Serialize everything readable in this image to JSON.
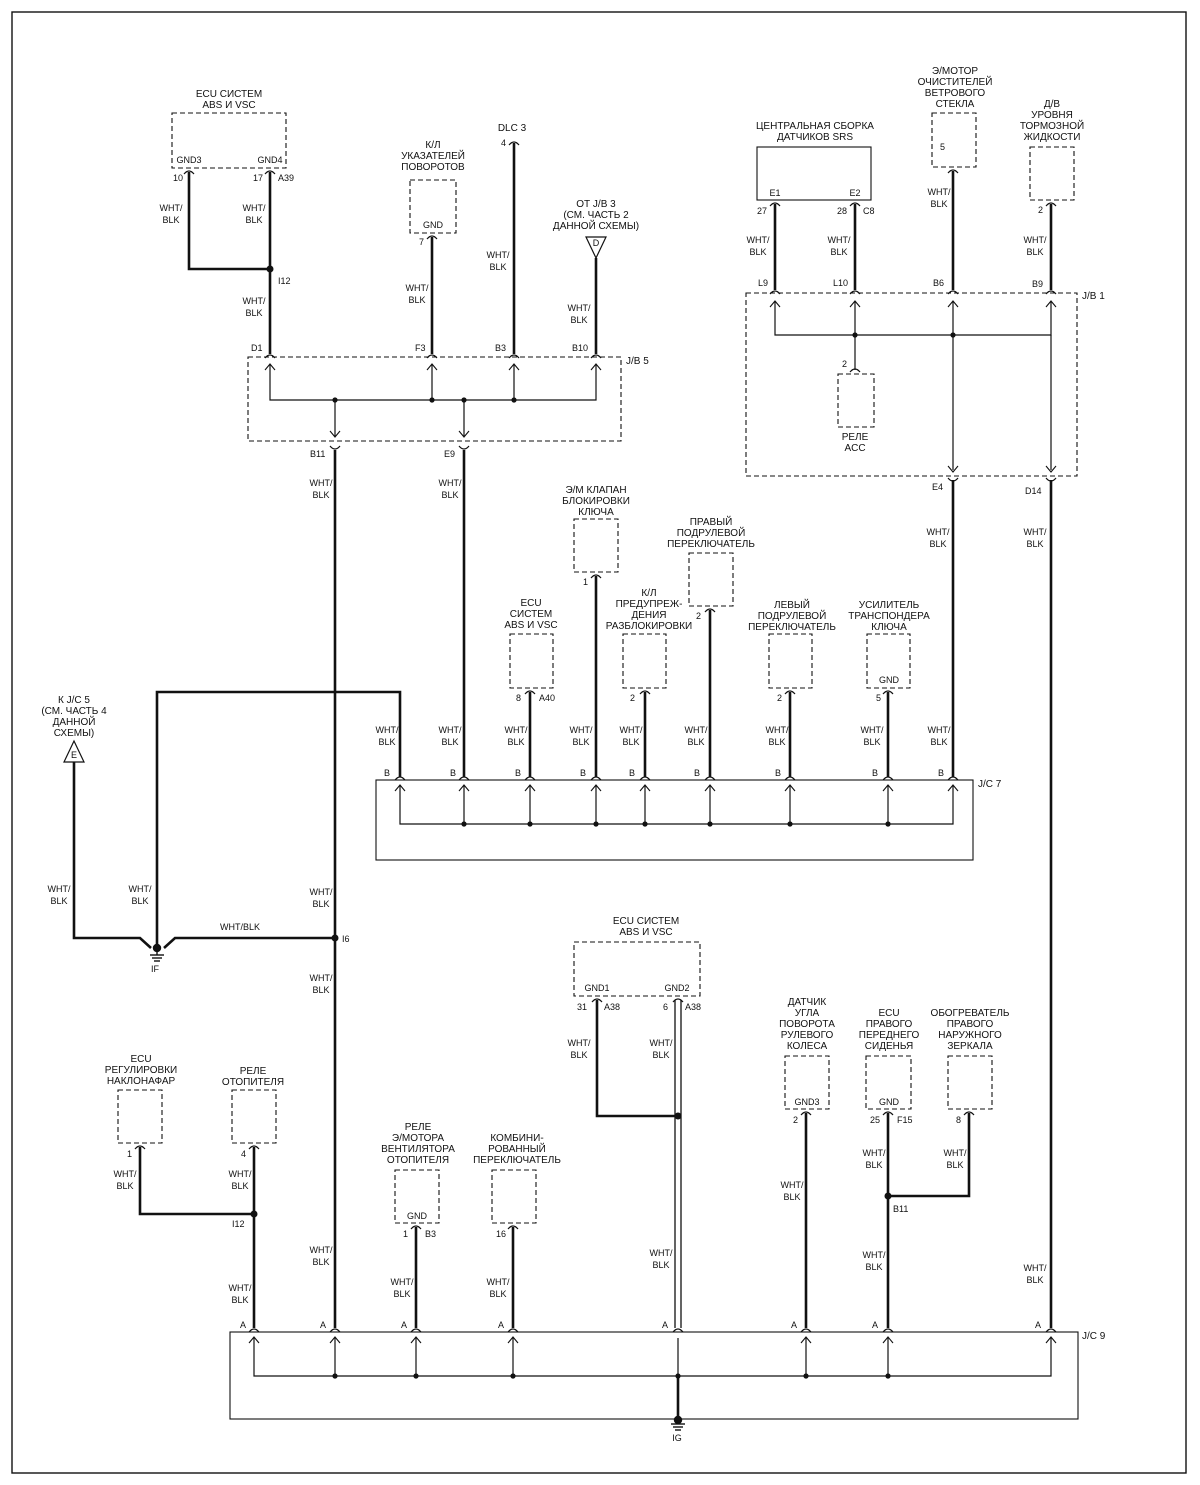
{
  "wire": "WHT/\nBLK",
  "wire_inline": "WHT/BLK",
  "components": {
    "ecu_abs_top": "ECU  СИСТЕМ\nABS И  VSC",
    "kl_turn": "К/Л\nУКАЗАТЕЛЕЙ\nПОВОРОТОВ",
    "dlc3": "DLC 3",
    "from_jb3": "ОТ J/B 3\n(СМ. ЧАСТЬ 2\nДАННОЙ СХЕМЫ)",
    "srs": "ЦЕНТРАЛЬНАЯ СБОРКА\nДАТЧИКОВ SRS",
    "wiper": "Э/МОТОР\nОЧИСТИТЕЛЕЙ\nВЕТРОВОГО\nСТЕКЛА",
    "brake_fluid": "Д/В\nУРОВНЯ\nТОРМОЗНОЙ\nЖИДКОСТИ",
    "acc_relay": "РЕЛЕ\nACC",
    "key_lock": "Э/М КЛАПАН\nБЛОКИРОВКИ\nКЛЮЧА",
    "right_switch": "ПРАВЫЙ\nПОДРУЛЕВОЙ\nПЕРЕКЛЮЧАТЕЛЬ",
    "ecu_abs_mid": "ECU\nСИСТЕМ\nABS И  VSC",
    "unlock_warn": "К/Л\nПРЕДУПРЕЖ-\nДЕНИЯ\nРАЗБЛОКИРОВКИ",
    "left_switch": "ЛЕВЫЙ\nПОДРУЛЕВОЙ\nПЕРЕКЛЮЧАТЕЛЬ",
    "transponder": "УСИЛИТЕЛЬ\nТРАНСПОНДЕРА\nКЛЮЧА",
    "to_jc5": "К J/C 5\n(СМ. ЧАСТЬ 4\nДАННОЙ\nСХЕМЫ)",
    "ecu_abs_low": "ECU  СИСТЕМ\nABS И  VSC",
    "headlamp_ecu": "ECU\nРЕГУЛИРОВКИ\nНАКЛОНАФАР",
    "heater_relay": "РЕЛЕ\nОТОПИТЕЛЯ",
    "blower_relay": "РЕЛЕ\nЭ/МОТОРА\nВЕНТИЛЯТОРА\nОТОПИТЕЛЯ",
    "combo_switch": "КОМБИНИ-\nРОВАННЫЙ\nПЕРЕКЛЮЧАТЕЛЬ",
    "steer_sensor": "ДАТЧИК\nУГЛА\nПОВОРОТА\nРУЛЕВОГО\nКОЛЕСА",
    "seat_ecu": "ECU\nПРАВОГО\nПЕРЕДНЕГО\nСИДЕНЬЯ",
    "mirror_heater": "ОБОГРЕВАТЕЛЬ\nПРАВОГО\nНАРУЖНОГО\nЗЕРКАЛА"
  },
  "blocks": {
    "jb5": "J/B 5",
    "jb1": "J/B 1",
    "jc7": "J/C 7",
    "jc9": "J/C 9"
  },
  "grounds": {
    "if": "IF",
    "ig": "IG"
  },
  "splices": {
    "i12_top": "I12",
    "i6": "I6",
    "i12_low": "I12",
    "b11": "B11"
  },
  "terminals": {
    "gnd": "GND",
    "gnd1": "GND1",
    "gnd2": "GND2",
    "gnd3": "GND3",
    "gnd4": "GND4",
    "e1": "E1",
    "e2": "E2",
    "d": "D",
    "e": "E"
  },
  "pins": {
    "p10": "10",
    "p17": "17",
    "a39": "A39",
    "p7": "7",
    "p4": "4",
    "p27": "27",
    "p28": "28",
    "c8": "C8",
    "p5": "5",
    "p2": "2",
    "l9": "L9",
    "l10": "L10",
    "b6": "B6",
    "b9": "B9",
    "d1": "D1",
    "f3": "F3",
    "b3": "B3",
    "b10": "B10",
    "b11": "B11",
    "e9": "E9",
    "e4": "E4",
    "d14": "D14",
    "p1": "1",
    "p8": "8",
    "a40": "A40",
    "p31": "31",
    "a38": "A38",
    "p6": "6",
    "p16": "16",
    "p25": "25",
    "f15": "F15",
    "b": "B",
    "a": "A"
  }
}
